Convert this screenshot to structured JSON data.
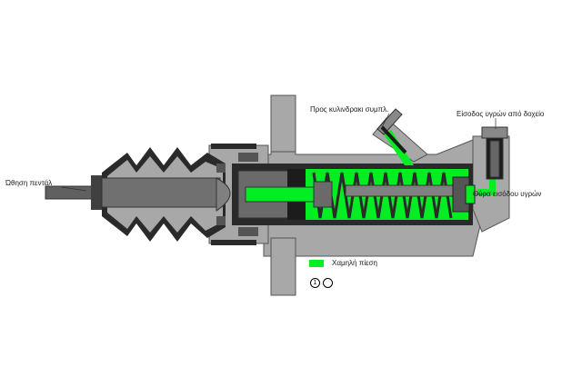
{
  "labels": {
    "pedal_push": "Ώθηση πεντάλ",
    "to_slave_cylinder": "Προς κυλινδρακι συμπλ.",
    "reservoir_inlet": "Είσοδος υγρών από δοχείο",
    "inlet_ports": "Θύρα εισόδου υγρών",
    "legend_low_pressure": "Χαμηλή πίεση"
  },
  "controls": {
    "play": "1",
    "stop": ""
  },
  "colors": {
    "housing": "#a8a8a8",
    "dark": "#2a2a2a",
    "fluid": "#00ee22",
    "piston": "#6a6a6a",
    "rod": "#606060"
  }
}
